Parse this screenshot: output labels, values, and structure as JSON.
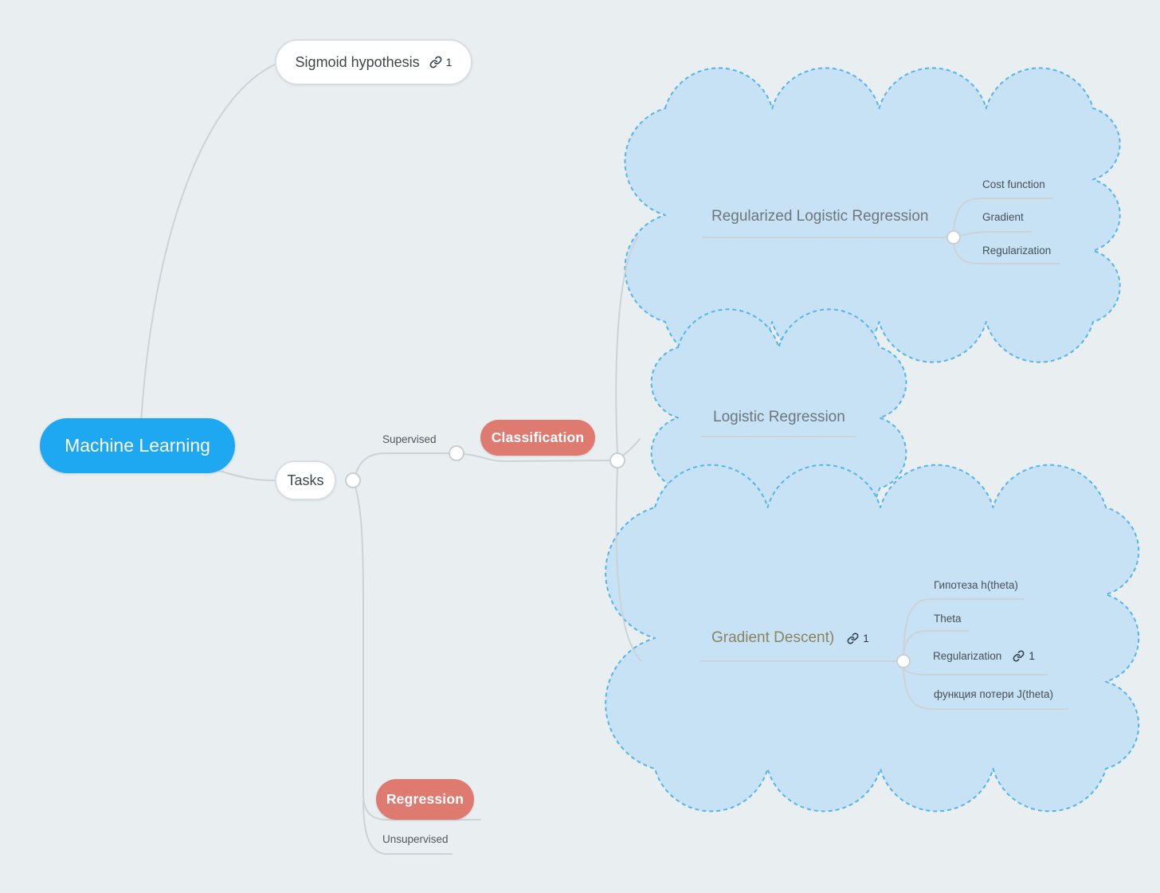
{
  "colors": {
    "background": "#E9EEF1",
    "root_fill": "#1FA8F2",
    "accent_pill": "#DF7A71",
    "cloud_fill": "#C7E2F5",
    "cloud_border": "#54B5EB",
    "branch_line": "#CDD2D6",
    "junction_fill": "#FFFFFF",
    "junction_stroke": "#C9CED3",
    "dark_text": "#3E464D",
    "topic_text": "#6F767C",
    "olive_text": "#8A8460",
    "label_text": "#51585F",
    "child_text": "#48505A",
    "link_icon": "#2E3B4A"
  },
  "icons": {
    "link": "chain-link"
  },
  "nodes": {
    "root": {
      "label": "Machine Learning"
    },
    "sigmoid": {
      "label": "Sigmoid hypothesis",
      "link_count": "1"
    },
    "tasks": {
      "label": "Tasks"
    },
    "supervised": {
      "label": "Supervised"
    },
    "classification": {
      "label": "Classification"
    },
    "regularized": {
      "label": "Regularized Logistic Regression",
      "children": {
        "cost": "Cost function",
        "gradient": "Gradient",
        "regularization": "Regularization"
      }
    },
    "logistic": {
      "label": "Logistic Regression"
    },
    "gradient_descent": {
      "label": "Gradient Descent)",
      "link_count": "1",
      "children": {
        "hypothesis": "Гипотеза h(theta)",
        "theta": "Theta",
        "regularization": "Regularization",
        "loss": "функция потери J(theta)"
      },
      "regularization_link_count": "1"
    },
    "regression": {
      "label": "Regression"
    },
    "unsupervised": {
      "label": "Unsupervised"
    }
  }
}
